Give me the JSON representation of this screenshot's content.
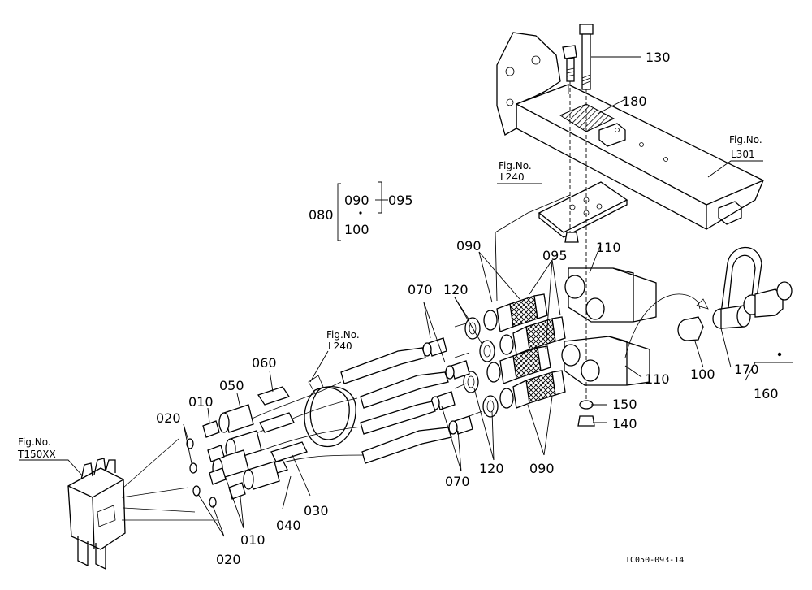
{
  "labels": {
    "p010": "010",
    "p020": "020",
    "p030": "030",
    "p040": "040",
    "p050": "050",
    "p060": "060",
    "p070": "070",
    "p080": "080",
    "p090": "090",
    "p095": "095",
    "p100": "100",
    "p110": "110",
    "p120": "120",
    "p130": "130",
    "p140": "140",
    "p150": "150",
    "p160": "160",
    "p170": "170",
    "p180": "180"
  },
  "fig_refs": {
    "fig_label": "Fig.No.",
    "l301": "L301",
    "l240": "L240",
    "t150xx": "T150XX"
  },
  "drawing_code": "TC050-093-14"
}
